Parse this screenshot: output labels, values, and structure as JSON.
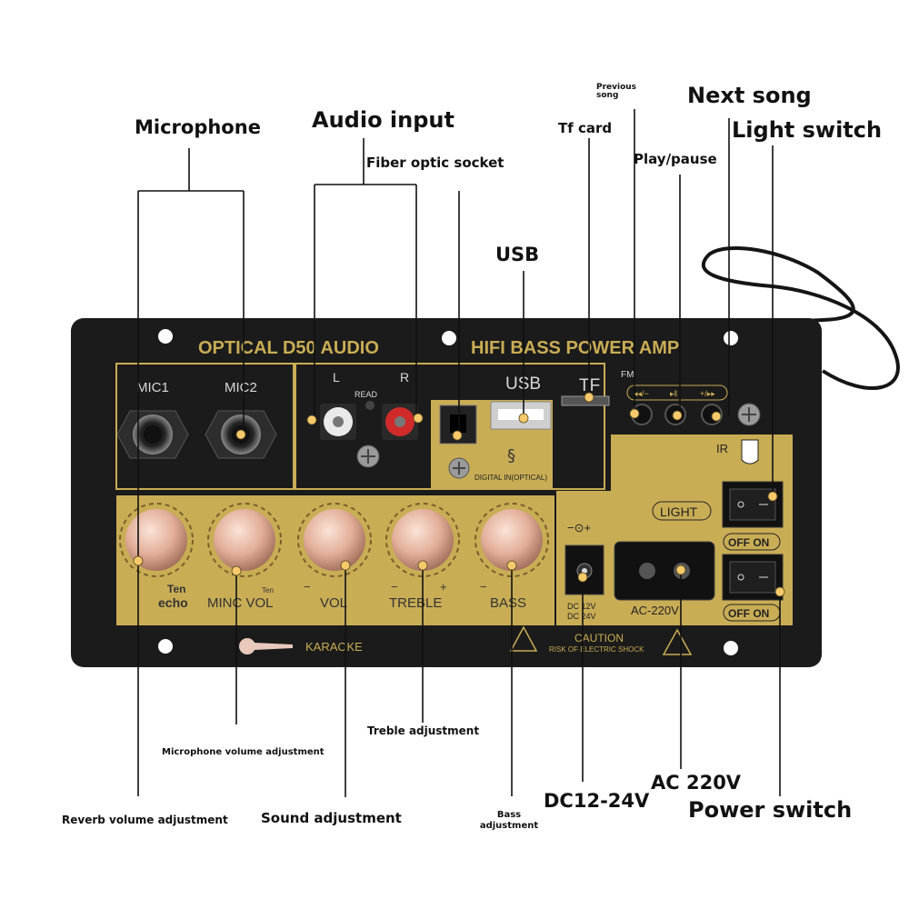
{
  "callouts": {
    "microphone": "Microphone",
    "audio_input": "Audio input",
    "fiber_optic_socket": "Fiber optic socket",
    "usb": "USB",
    "tf_card": "Tf card",
    "previous_song": "Previous song",
    "next_song": "Next song",
    "light_switch": "Light switch",
    "play_pause": "Play/pause",
    "treble_adjustment": "Treble adjustment",
    "microphone_volume_adjustment": "Microphone volume adjustment",
    "reverb_volume_adjustment": "Reverb volume adjustment",
    "sound_adjustment": "Sound adjustment",
    "bass_adjustment": "Bass adjustment",
    "dc_input": "DC12-24V",
    "ac_input": "AC 220V",
    "power_switch": "Power switch"
  },
  "panel": {
    "brand_left": "OPTICAL D50 AUDIO",
    "brand_right": "HIFI BASS POWER AMP",
    "mic1": "MIC1",
    "mic2": "MIC2",
    "l": "L",
    "read": "READ",
    "r": "R",
    "usb": "USB",
    "tf": "TF",
    "fm": "FM",
    "btn_prev": "◂◂/−",
    "btn_play": "▸‖",
    "btn_next": "+/▸▸",
    "ir": "IR",
    "digital_in": "DIGITAL IN(OPTICAL)",
    "light": "LIGHT",
    "off_on_1": "OFF ON",
    "off_on_2": "OFF ON",
    "dc_symbol": "−⊙+",
    "dc_12v": "DC 12V",
    "dc_24v": "DC 24V",
    "ac_label": "AC-220V",
    "ten_1": "Ten",
    "echo": "echo",
    "ten_2": "Ten",
    "minc_vol": "MINC VOL",
    "vol": "VOL",
    "treble": "TREBLE",
    "bass": "BASS",
    "minus": "−",
    "plus": "+",
    "karaoke": "KARAOKE",
    "caution": "CAUTION",
    "risk": "RISK OF ELECTRIC SHOCK"
  },
  "colors": {
    "plate": "#1b1b1b",
    "gold": "#c9ad55",
    "gold_dark": "#a88d3c",
    "knob": "#e4b5a2"
  }
}
